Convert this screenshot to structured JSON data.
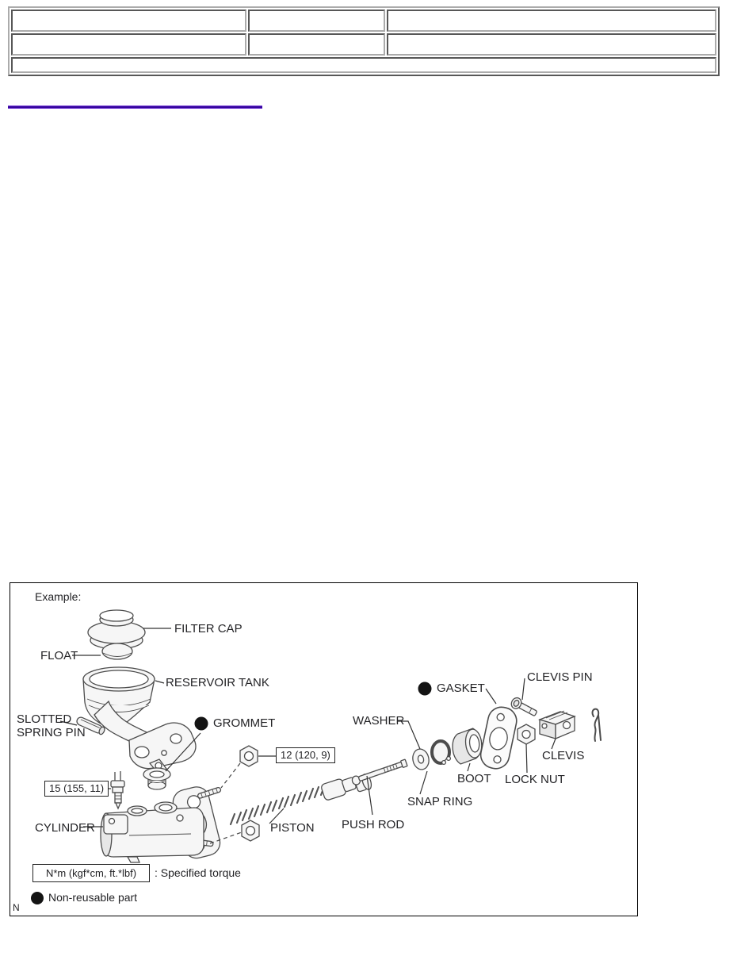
{
  "header_table": {
    "rows": [
      [
        "",
        "",
        ""
      ],
      [
        "",
        "",
        ""
      ],
      [
        ""
      ]
    ]
  },
  "divider_link": {
    "color": "#4a0cc0"
  },
  "figure": {
    "example_label": "Example:",
    "corner_mark": "N",
    "labels": {
      "filter_cap": "FILTER CAP",
      "float": "FLOAT",
      "reservoir_tank": "RESERVOIR TANK",
      "slotted_spring_pin": "SLOTTED SPRING PIN",
      "grommet": "GROMMET",
      "cylinder": "CYLINDER",
      "piston": "PISTON",
      "push_rod": "PUSH ROD",
      "washer": "WASHER",
      "snap_ring": "SNAP RING",
      "boot": "BOOT",
      "gasket": "GASKET",
      "clevis_pin": "CLEVIS PIN",
      "clevis": "CLEVIS",
      "lock_nut": "LOCK NUT"
    },
    "non_reusable_parts": [
      "GROMMET",
      "GASKET"
    ],
    "torque_callouts": [
      {
        "value": "12 (120, 9)"
      },
      {
        "value": "15 (155, 11)"
      }
    ],
    "legend": {
      "torque_box_label": "N*m (kgf*cm, ft.*lbf)",
      "torque_description": ": Specified torque",
      "non_reusable_label": "Non-reusable part"
    }
  }
}
